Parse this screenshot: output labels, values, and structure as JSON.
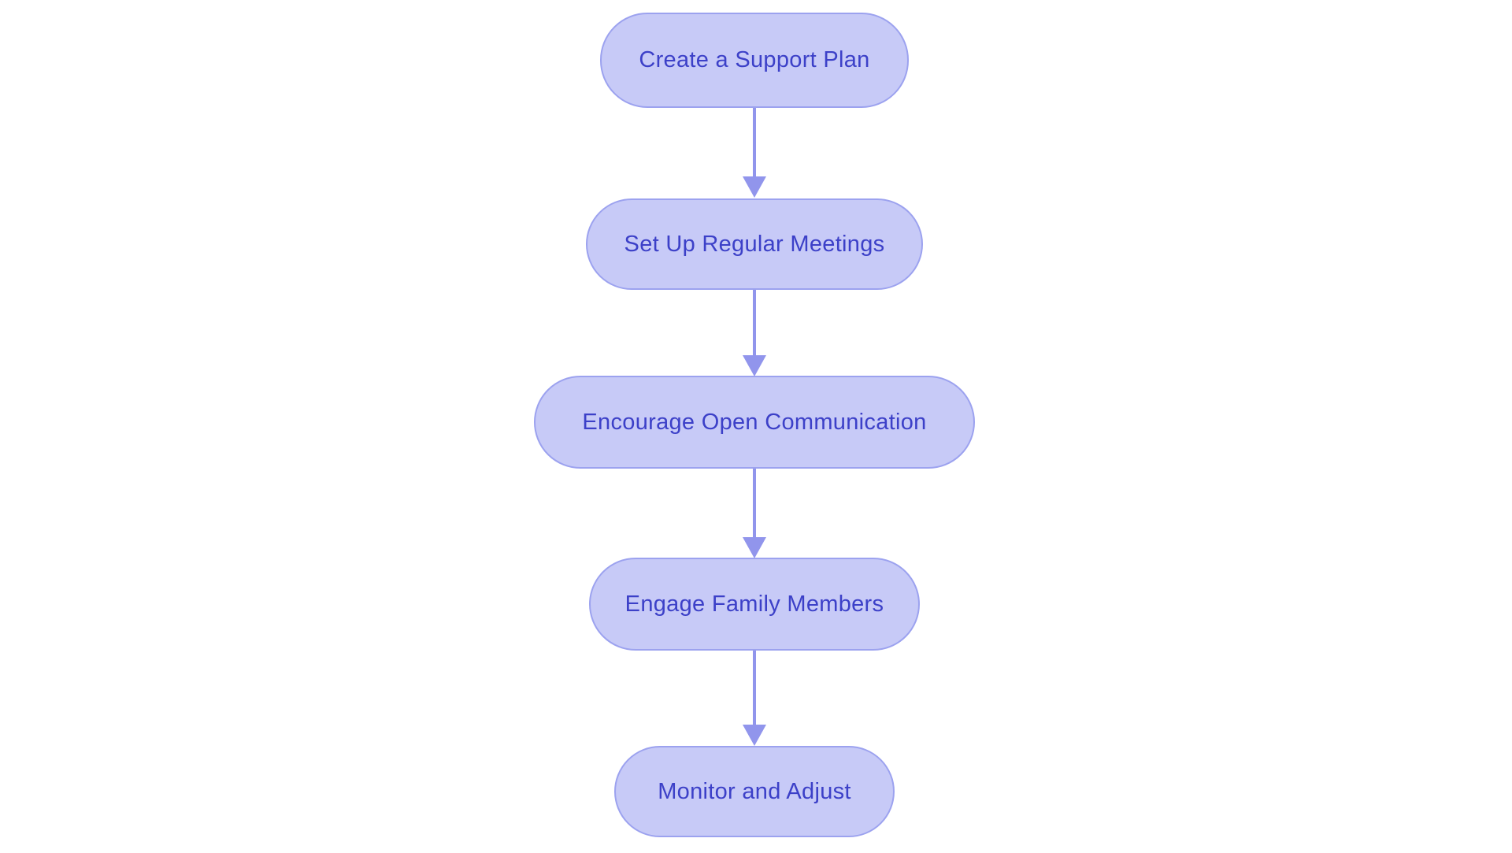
{
  "flowchart": {
    "type": "flowchart",
    "direction": "top-down",
    "nodes": [
      {
        "label": "Create a Support Plan"
      },
      {
        "label": "Set Up Regular Meetings"
      },
      {
        "label": "Encourage Open Communication"
      },
      {
        "label": "Engage Family Members"
      },
      {
        "label": "Monitor and Adjust"
      }
    ],
    "edges": [
      {
        "from": "Create a Support Plan",
        "to": "Set Up Regular Meetings"
      },
      {
        "from": "Set Up Regular Meetings",
        "to": "Encourage Open Communication"
      },
      {
        "from": "Encourage Open Communication",
        "to": "Engage Family Members"
      },
      {
        "from": "Engage Family Members",
        "to": "Monitor and Adjust"
      }
    ]
  },
  "colors": {
    "background": "#ffffff",
    "node_fill": "#c7caf7",
    "node_border": "#9ca2ef",
    "node_text": "#3c40c8",
    "arrow": "#9195ec"
  }
}
